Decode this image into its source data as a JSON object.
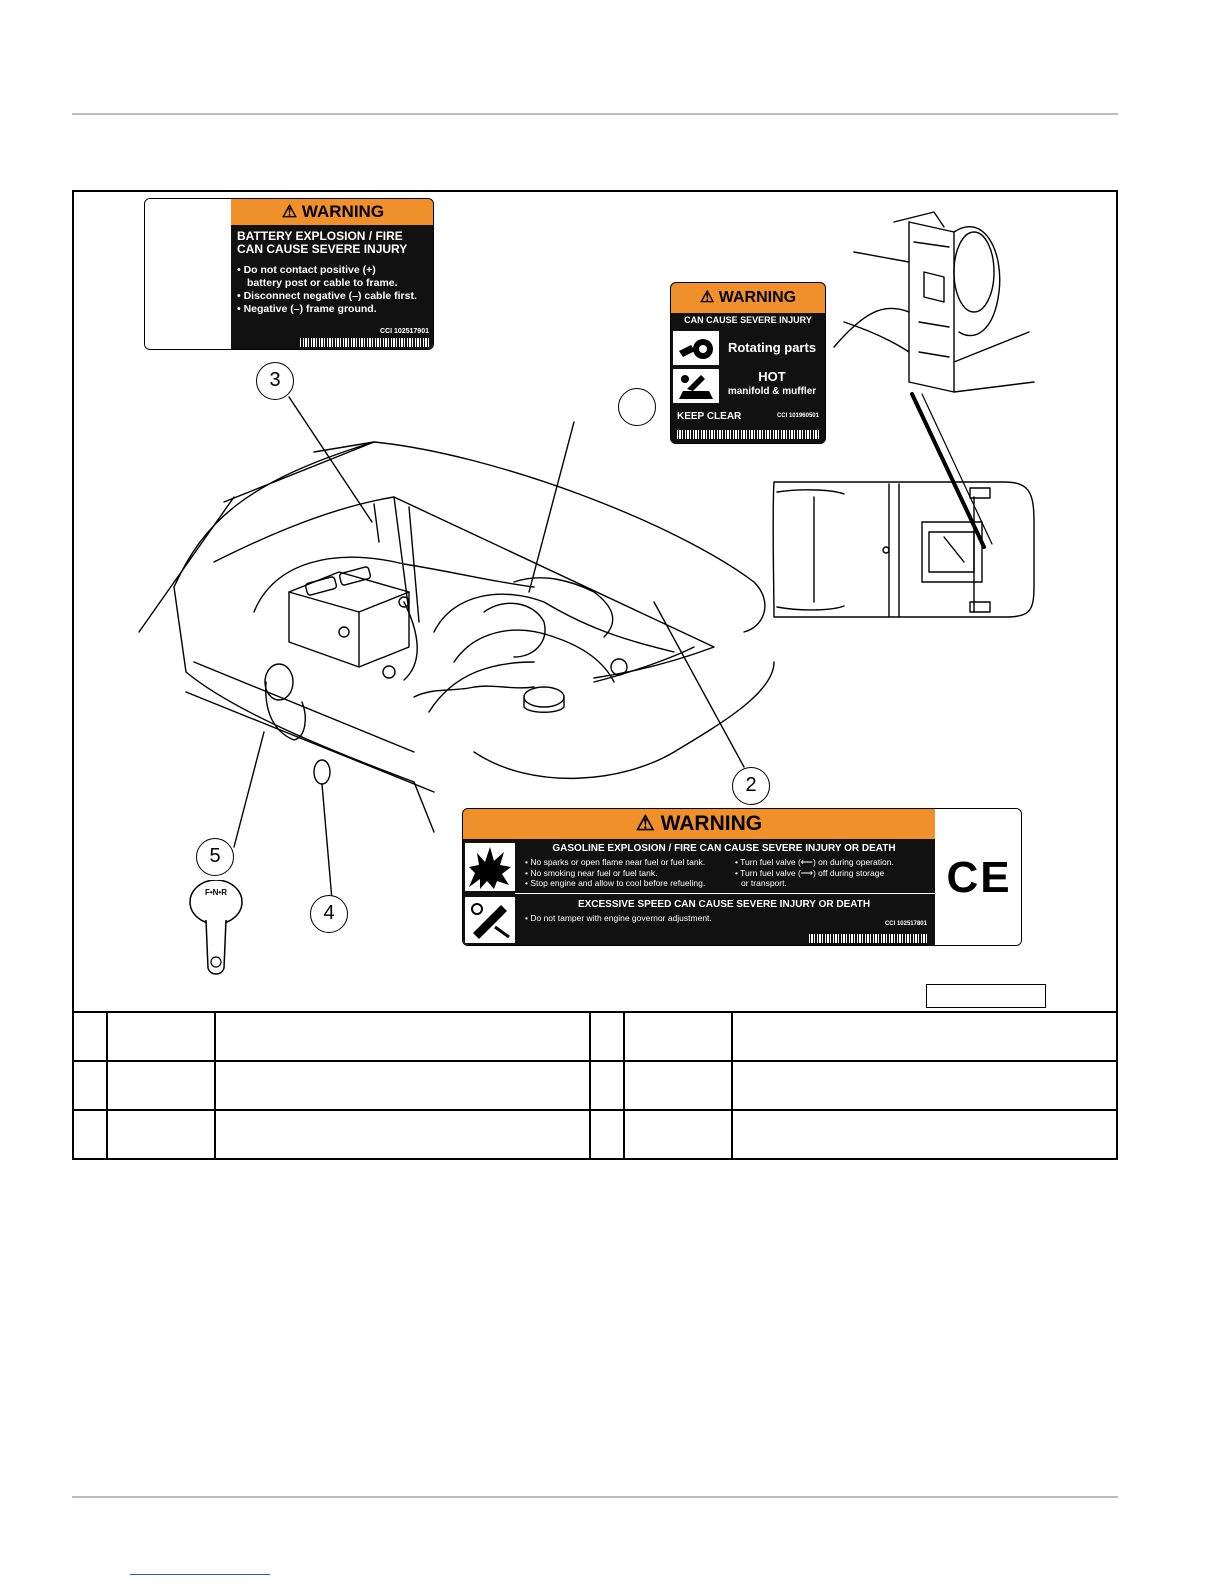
{
  "labels": {
    "battery": {
      "warning_heading": "WARNING",
      "title_line1": "BATTERY EXPLOSION / FIRE",
      "title_line2": "CAN CAUSE SEVERE INJURY",
      "items": [
        "• Do not contact positive (+)",
        "  battery post or cable to frame.",
        "• Disconnect negative (–) cable first.",
        "• Negative (–) frame ground."
      ],
      "code": "CCI 102517901"
    },
    "rotating": {
      "warning_heading": "WARNING",
      "subtitle": "CAN CAUSE SEVERE INJURY",
      "row1": "Rotating parts",
      "row2_line1": "HOT",
      "row2_line2": "manifold & muffler",
      "keep_clear": "KEEP CLEAR",
      "code": "CCI 101960501"
    },
    "gasoline": {
      "warning_heading": "WARNING",
      "title": "GASOLINE EXPLOSION / FIRE CAN CAUSE SEVERE INJURY OR DEATH",
      "left_items": [
        "• No sparks or open flame near fuel or fuel tank.",
        "• No smoking near fuel or fuel tank.",
        "• Stop engine and allow to cool before refueling."
      ],
      "right_items": [
        "• Turn fuel valve (⟵) on during operation.",
        "• Turn fuel valve (⟶) off during storage",
        "  or transport."
      ],
      "title2": "EXCESSIVE SPEED CAN CAUSE SEVERE INJURY OR DEATH",
      "item2": "• Do not tamper with engine governor adjustment.",
      "code": "CCI 102517801",
      "ce_mark": "CE"
    }
  },
  "callouts": [
    "3",
    "2",
    "5",
    "4"
  ],
  "shifter_text": "F•N•R",
  "colors": {
    "warning_orange": "#f0902a",
    "label_black": "#111111"
  }
}
